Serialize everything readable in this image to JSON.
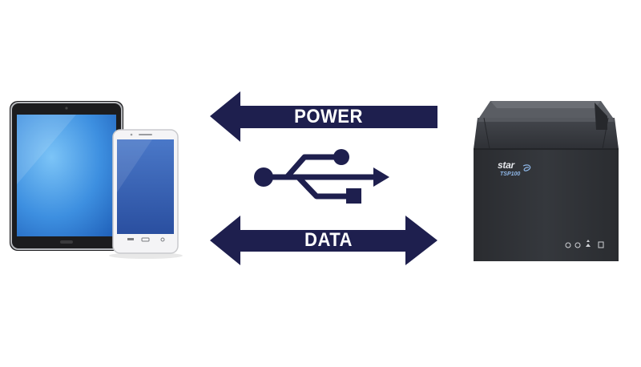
{
  "arrows": {
    "power_label": "POWER",
    "data_label": "DATA"
  },
  "printer": {
    "brand": "star",
    "model": "TSP100"
  },
  "icons": {
    "usb": "usb-icon",
    "tablet": "tablet-icon",
    "phone": "smartphone-icon",
    "printer": "printer-icon"
  },
  "colors": {
    "arrow": "#1e1f4e",
    "label": "#ffffff",
    "printer_body": "#2e3035",
    "screen_blue": "#3d8fe0"
  }
}
